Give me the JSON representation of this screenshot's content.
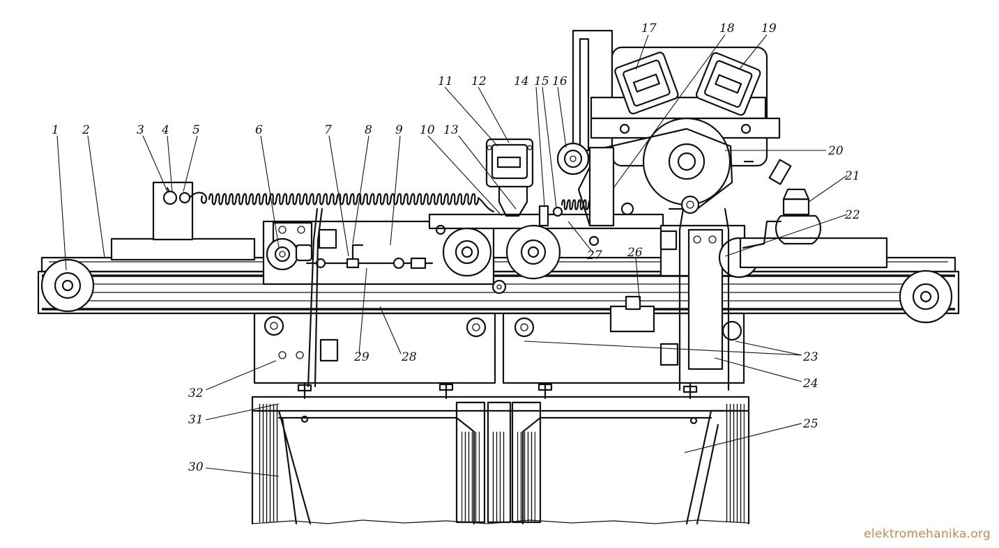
{
  "callouts": [
    {
      "id": "1",
      "text": "1"
    },
    {
      "id": "2",
      "text": "2"
    },
    {
      "id": "3",
      "text": "3"
    },
    {
      "id": "4",
      "text": "4"
    },
    {
      "id": "5",
      "text": "5"
    },
    {
      "id": "6",
      "text": "6"
    },
    {
      "id": "7",
      "text": "7"
    },
    {
      "id": "8",
      "text": "8"
    },
    {
      "id": "9",
      "text": "9"
    },
    {
      "id": "10",
      "text": "10"
    },
    {
      "id": "11",
      "text": "11"
    },
    {
      "id": "12",
      "text": "12"
    },
    {
      "id": "13",
      "text": "13"
    },
    {
      "id": "14",
      "text": "14"
    },
    {
      "id": "15",
      "text": "15"
    },
    {
      "id": "16",
      "text": "16"
    },
    {
      "id": "17",
      "text": "17"
    },
    {
      "id": "18",
      "text": "18"
    },
    {
      "id": "19",
      "text": "19"
    },
    {
      "id": "20",
      "text": "20"
    },
    {
      "id": "21",
      "text": "21"
    },
    {
      "id": "22",
      "text": "22"
    },
    {
      "id": "23",
      "text": "23"
    },
    {
      "id": "24",
      "text": "24"
    },
    {
      "id": "25",
      "text": "25"
    },
    {
      "id": "26",
      "text": "26"
    },
    {
      "id": "27",
      "text": "27"
    },
    {
      "id": "28",
      "text": "28"
    },
    {
      "id": "29",
      "text": "29"
    },
    {
      "id": "30",
      "text": "30"
    },
    {
      "id": "31",
      "text": "31"
    },
    {
      "id": "32",
      "text": "32"
    }
  ],
  "watermark": "elektromehanika.org",
  "colors": {
    "ink": "#111111",
    "background": "#ffffff",
    "watermark": "#c98a45"
  }
}
